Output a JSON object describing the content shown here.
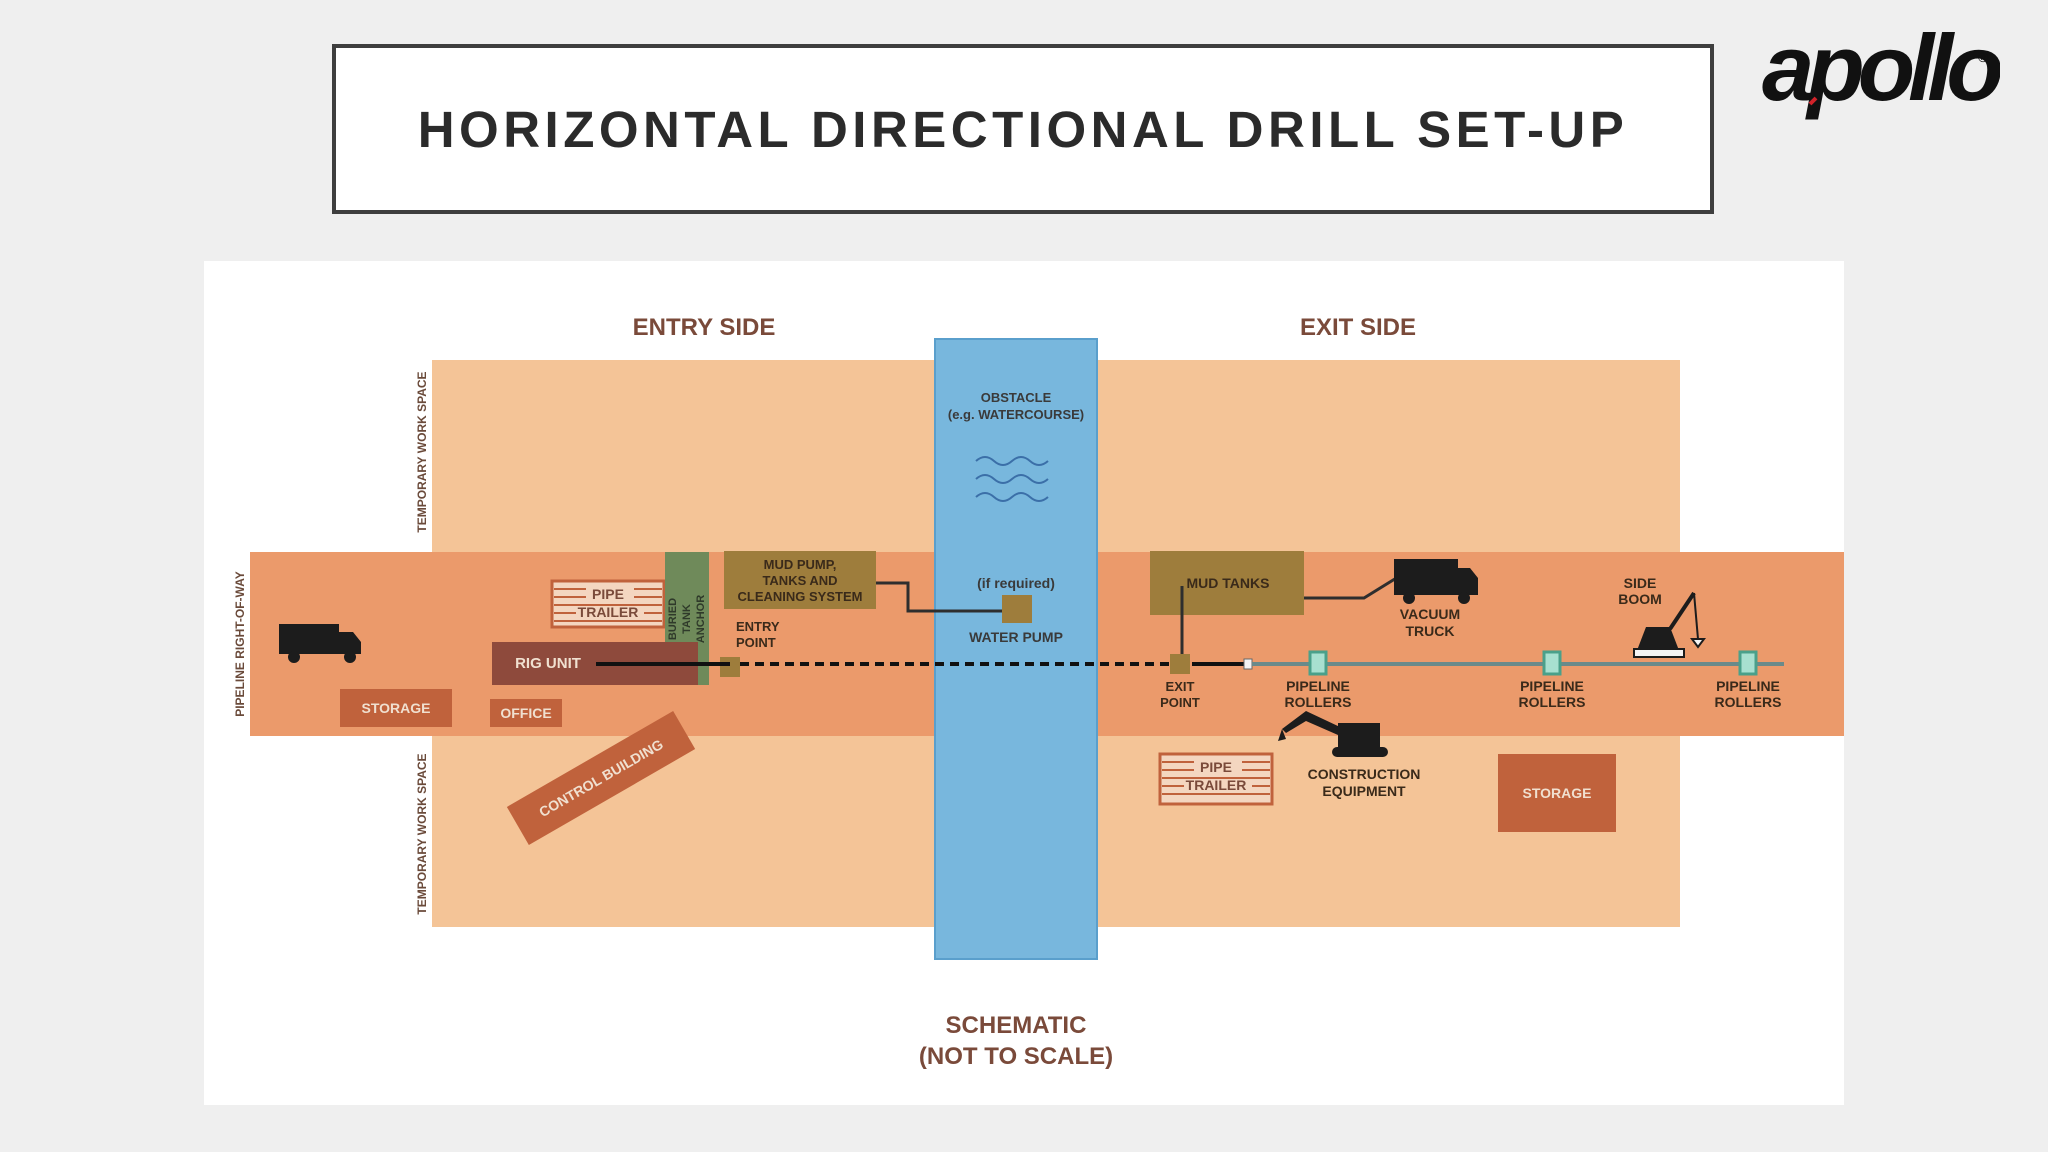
{
  "page_title": "HORIZONTAL DIRECTIONAL DRILL SET-UP",
  "logo": {
    "text": "apollo",
    "registered_mark": "®"
  },
  "diagram": {
    "entry_side": "ENTRY SIDE",
    "exit_side": "EXIT SIDE",
    "row_label": "PIPELINE RIGHT-OF-WAY",
    "work_space_label": "TEMPORARY WORK SPACE",
    "obstacle": [
      "OBSTACLE",
      "(e.g. WATERCOURSE)"
    ],
    "if_required": "(if required)",
    "water_pump": "WATER PUMP",
    "pipe_trailer": [
      "PIPE",
      "TRAILER"
    ],
    "buried_tank_anchor": [
      "BURIED",
      "TANK",
      "ANCHOR"
    ],
    "mud_pump": [
      "MUD PUMP,",
      "TANKS AND",
      "CLEANING SYSTEM"
    ],
    "entry_point": [
      "ENTRY",
      "POINT"
    ],
    "rig_unit": "RIG UNIT",
    "storage": "STORAGE",
    "office": "OFFICE",
    "control_building": "CONTROL BUILDING",
    "mud_tanks": "MUD TANKS",
    "vacuum_truck": [
      "VACUUM",
      "TRUCK"
    ],
    "side_boom": [
      "SIDE",
      "BOOM"
    ],
    "exit_point": [
      "EXIT",
      "POINT"
    ],
    "pipeline_rollers": [
      "PIPELINE",
      "ROLLERS"
    ],
    "construction_equipment": [
      "CONSTRUCTION",
      "EQUIPMENT"
    ],
    "schematic": [
      "SCHEMATIC",
      "(NOT TO SCALE)"
    ]
  },
  "colors": {
    "row_band": "#eb9a6b",
    "work_space": "#f4c497",
    "obstacle": "#78b7dd",
    "dark_brown": "#8e4a3c",
    "rust": "#c0623c",
    "olive": "#9e7d3c",
    "label_brown": "#7a4a3a",
    "teal": "#4aa08a"
  }
}
